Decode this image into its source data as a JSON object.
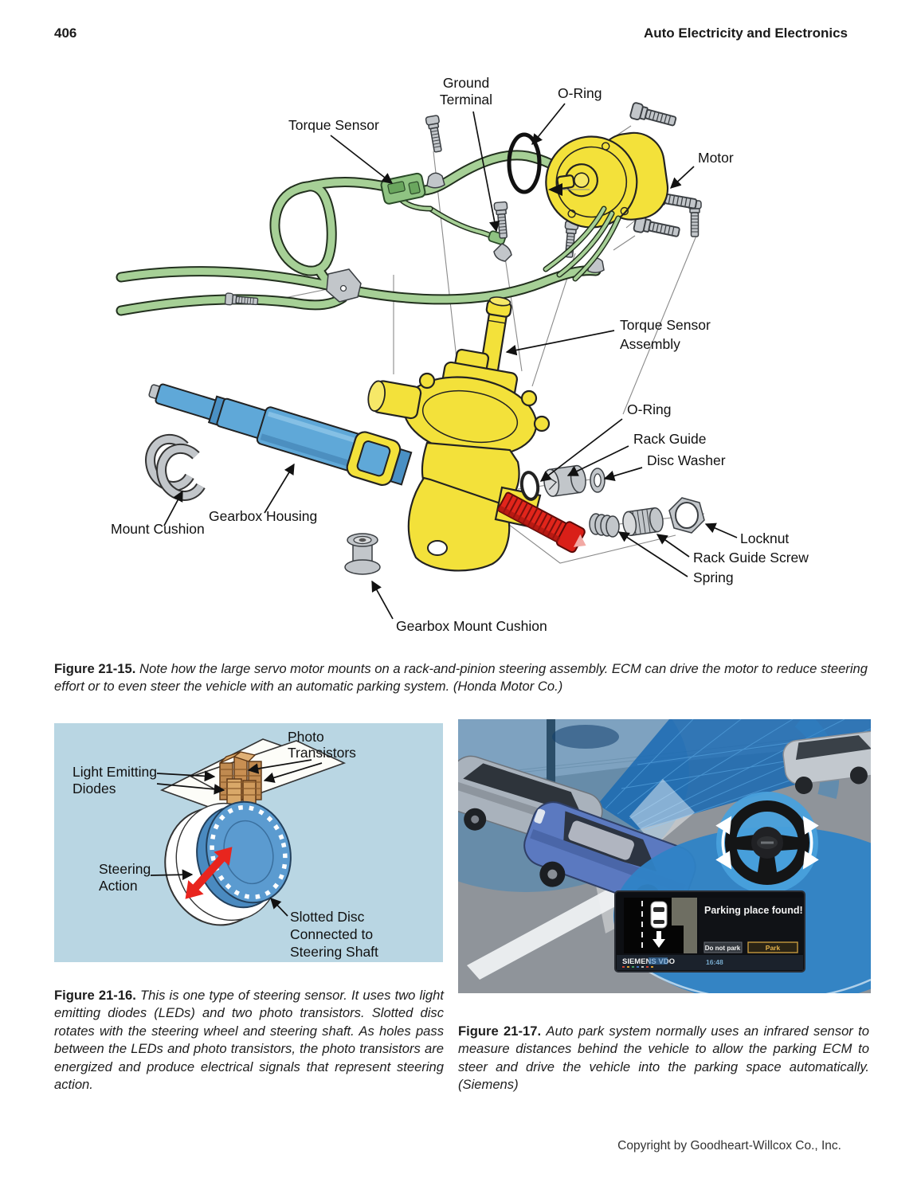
{
  "page": {
    "number": "406",
    "header_title": "Auto Electricity and Electronics",
    "footer": "Copyright by Goodheart-Willcox Co., Inc."
  },
  "figure_21_15": {
    "labels": {
      "ground_terminal": [
        "Ground",
        "Terminal"
      ],
      "o_ring_top": "O-Ring",
      "torque_sensor": "Torque Sensor",
      "motor": "Motor",
      "torque_sensor_assembly": [
        "Torque Sensor",
        "Assembly"
      ],
      "o_ring": "O-Ring",
      "rack_guide": "Rack Guide",
      "disc_washer": "Disc Washer",
      "locknut": "Locknut",
      "rack_guide_screw": "Rack Guide Screw",
      "spring": "Spring",
      "mount_cushion": "Mount Cushion",
      "gearbox_housing": "Gearbox Housing",
      "gearbox_mount_cushion": "Gearbox Mount Cushion"
    },
    "caption_bold": "Figure 21-15.",
    "caption_text": "Note how the large servo motor mounts on a rack-and-pinion steering assembly. ECM can drive the motor to reduce steering effort or to even steer the vehicle with an automatic parking system. (Honda Motor Co.)"
  },
  "figure_21_16": {
    "labels": {
      "photo_transistors": [
        "Photo",
        "Transistors"
      ],
      "light_emitting_diodes": [
        "Light Emitting",
        "Diodes"
      ],
      "steering_action": [
        "Steering",
        "Action"
      ],
      "slotted_disc": [
        "Slotted Disc",
        "Connected to",
        "Steering Shaft"
      ]
    },
    "caption_bold": "Figure 21-16.",
    "caption_text": "This is one type of steering sensor. It uses two light emitting diodes (LEDs) and two photo transistors. Slotted disc rotates with the steering wheel and steering shaft. As holes pass between the LEDs and photo transistors, the photo transistors are energized and produce electrical signals that represent steering action."
  },
  "figure_21_17": {
    "screen": {
      "message": "Parking place found!",
      "button_no": "Do not park",
      "button_yes": "Park",
      "brand": "SIEMENS VDO",
      "time": "16:48"
    },
    "caption_bold": "Figure 21-17.",
    "caption_text": "Auto park system normally uses an infrared sensor to measure distances behind the vehicle to allow the parking ECM to steer and drive the vehicle into the parking space automatically. (Siemens)"
  },
  "colors": {
    "harness_green": "#a6d096",
    "part_yellow": "#f3e13a",
    "rack_blue": "#5fa8d8",
    "thread_red": "#e1251b",
    "metal_gray": "#c2c6ca",
    "panel_blue": "#b9d6e3",
    "radar_blue": "#2f83c6",
    "screen_gold": "#e2b14c"
  }
}
